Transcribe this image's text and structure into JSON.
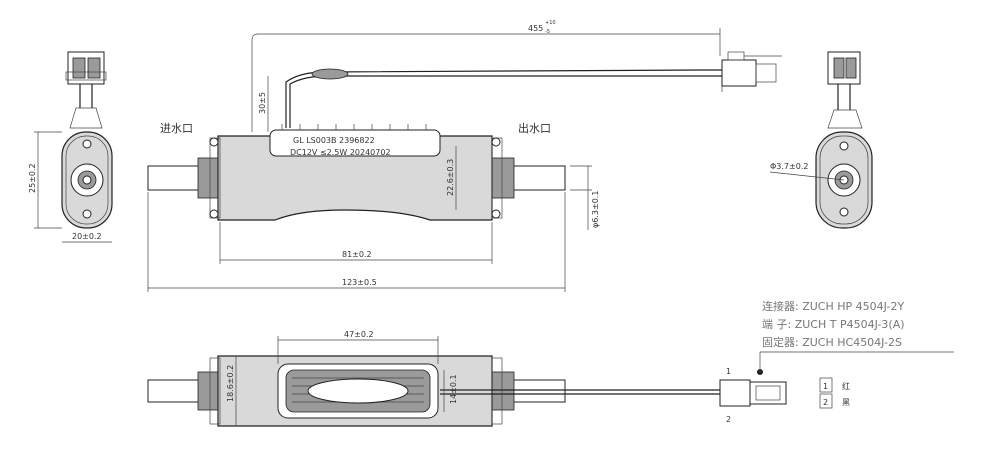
{
  "labels": {
    "inlet": "进水口",
    "outlet": "出水口"
  },
  "nameplate": {
    "line1": "GL  LS003B  2396822",
    "line2": "DC12V  ≤2.5W  20240702"
  },
  "dimensions": {
    "cable_length": "455",
    "cable_length_tol_upper": "+10",
    "cable_length_tol_lower": "-5",
    "cable_rise": "30±5",
    "end_height": "25±0.2",
    "end_width": "20±0.2",
    "body_height": "22.6±0.3",
    "pipe_diameter": "φ6.3±0.1",
    "body_length": "81±0.2",
    "total_length": "123±0.5",
    "hole_diameter": "Φ3.7±0.2",
    "window_length": "47±0.2",
    "bottom_height": "18.6±0.2",
    "window_width": "14±0.1"
  },
  "specs": [
    "连接器: ZUCH HP 4504J-2Y",
    "端   子: ZUCH T P4504J-3(A)",
    "固定器: ZUCH HC4504J-2S"
  ],
  "pins": [
    {
      "no": "1",
      "color": "红"
    },
    {
      "no": "2",
      "color": "黑"
    }
  ],
  "connector_pins": {
    "top": "1",
    "bottom": "2"
  }
}
